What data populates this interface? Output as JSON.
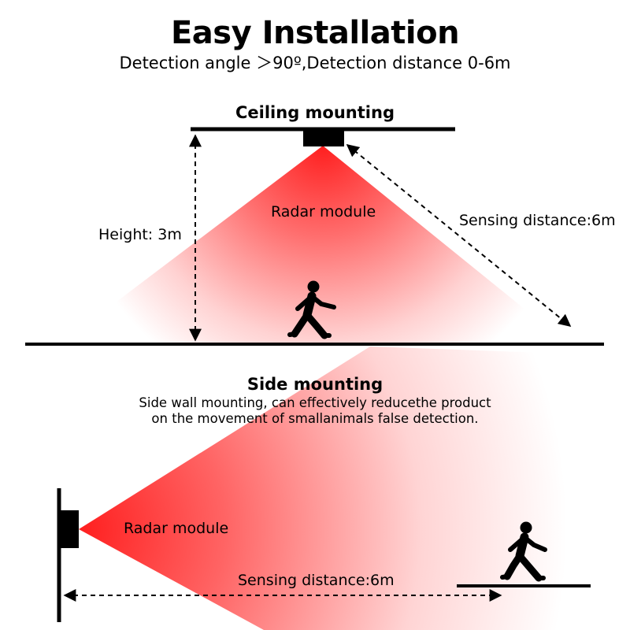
{
  "header": {
    "title": "Easy Installation",
    "subtitle": "Detection angle ＞90º,Detection distance 0-6m"
  },
  "ceiling": {
    "title": "Ceiling mounting",
    "module_label": "Radar module",
    "height_label": "Height: 3m",
    "distance_label": "Sensing distance:6m"
  },
  "side": {
    "title": "Side mounting",
    "description_line1": "Side wall mounting, can effectively reducethe product",
    "description_line2": "on the movement of smallanimals false detection.",
    "module_label": "Radar module",
    "distance_label": "Sensing distance:6m"
  },
  "colors": {
    "beam": "#ff2a2a",
    "ink": "#000000",
    "background": "#ffffff"
  },
  "icons": [
    "walking-person-icon",
    "radar-module-icon"
  ]
}
